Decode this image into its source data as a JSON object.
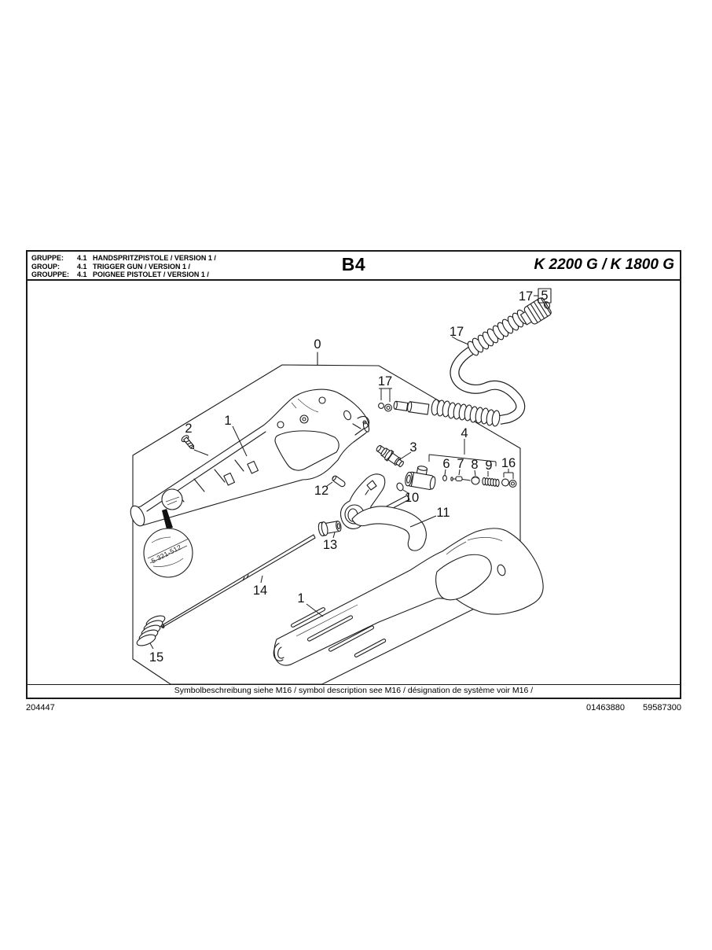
{
  "header": {
    "rows": [
      {
        "label": "GRUPPE:",
        "code": "4.1",
        "desc": "HANDSPRITZPISTOLE / VERSION 1 /"
      },
      {
        "label": "GROUP:",
        "code": "4.1",
        "desc": "TRIGGER GUN / VERSION 1 /"
      },
      {
        "label": "GROUPPE:",
        "code": "4.1",
        "desc": "POIGNEE PISTOLET / VERSION 1 /"
      }
    ],
    "page_code": "B4",
    "models": "K 2200 G / K 1800 G"
  },
  "diagram": {
    "callouts": {
      "n0": "0",
      "n1": "1",
      "n2": "2",
      "n3": "3",
      "n4": "4",
      "n5": "5",
      "n6": "6",
      "n7": "7",
      "n8": "8",
      "n9": "9",
      "n10": "10",
      "n11": "11",
      "n12": "12",
      "n13": "13",
      "n14": "14",
      "n15": "15",
      "n16": "16",
      "n17": "17"
    },
    "detail_part_number": "5.321-512"
  },
  "footer": {
    "symbol_note": "Symbolbeschreibung siehe M16 / symbol description see M16 / désignation de système voir M16 /",
    "doc_number": "204447",
    "code_left": "01463880",
    "code_right": "59587300"
  }
}
